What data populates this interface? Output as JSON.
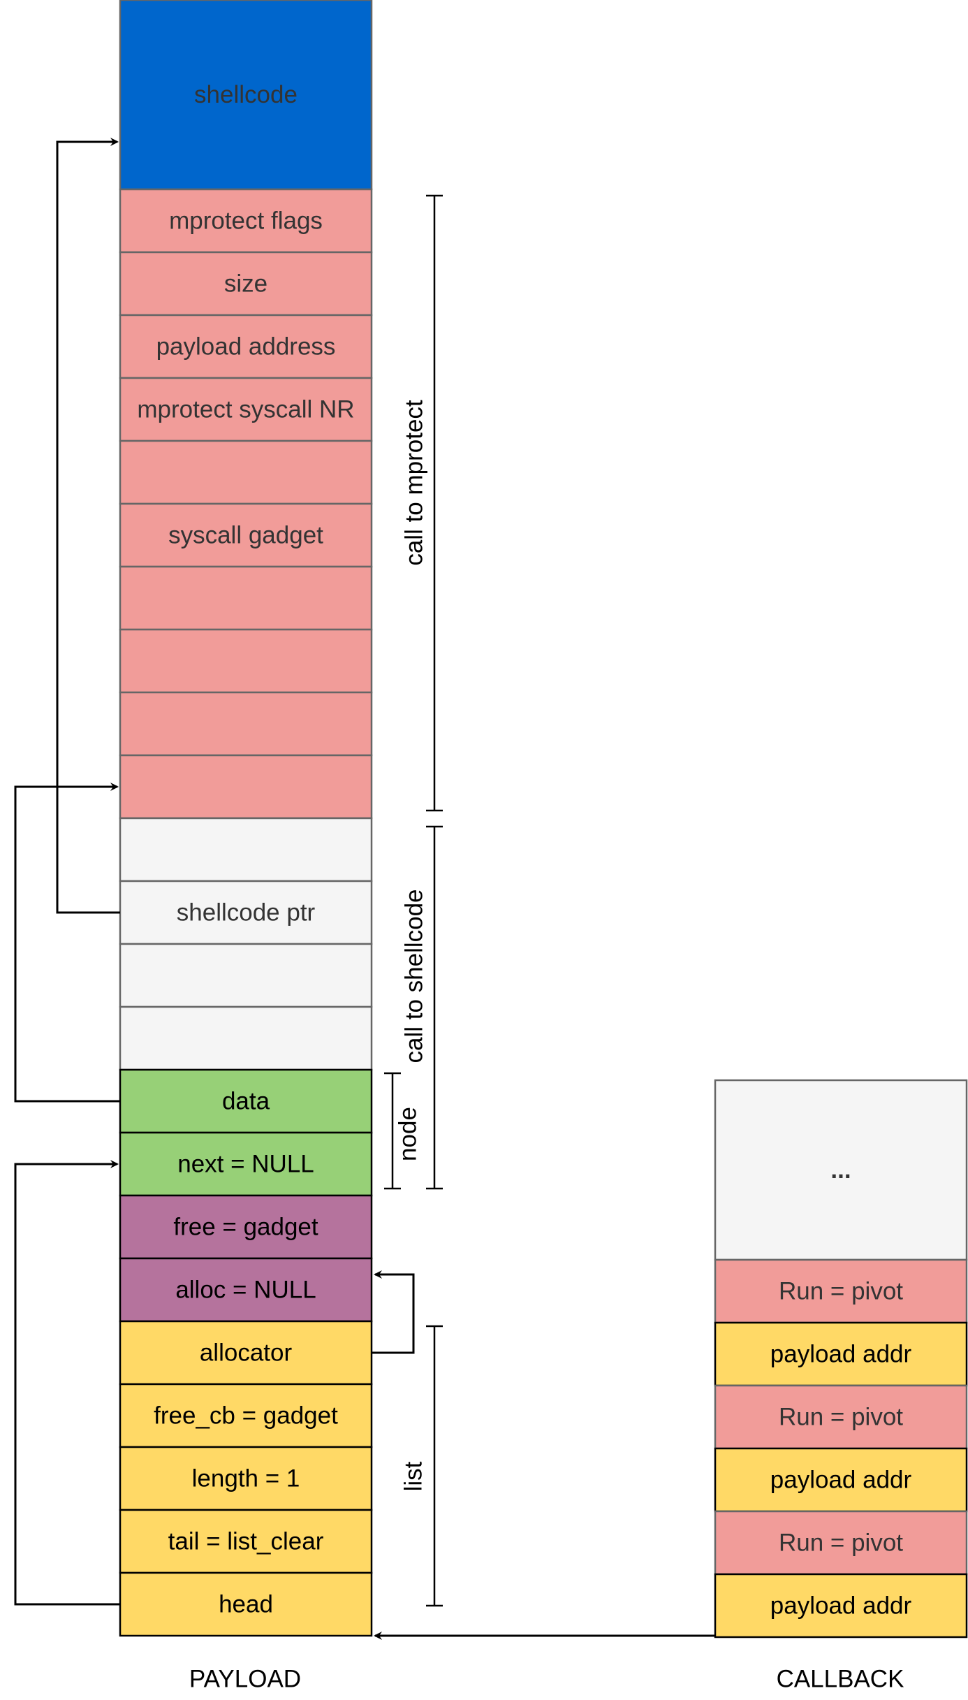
{
  "colors": {
    "blue": "#0066cc",
    "red": "#f19c99",
    "gray": "#f5f5f5",
    "green": "#97d077",
    "purple": "#b5739d",
    "yellow": "#ffd966",
    "border_light": "#666666",
    "border_dark": "#000000"
  },
  "payload": {
    "label": "PAYLOAD",
    "cells": [
      {
        "text": "shellcode",
        "color": "blue"
      },
      {
        "text": "mprotect flags",
        "color": "red"
      },
      {
        "text": "size",
        "color": "red"
      },
      {
        "text": "payload address",
        "color": "red"
      },
      {
        "text": "mprotect syscall NR",
        "color": "red"
      },
      {
        "text": "",
        "color": "red"
      },
      {
        "text": "syscall gadget",
        "color": "red"
      },
      {
        "text": "",
        "color": "red"
      },
      {
        "text": "",
        "color": "red"
      },
      {
        "text": "",
        "color": "red"
      },
      {
        "text": "",
        "color": "red"
      },
      {
        "text": "",
        "color": "gray"
      },
      {
        "text": "shellcode ptr",
        "color": "gray"
      },
      {
        "text": "",
        "color": "gray"
      },
      {
        "text": "",
        "color": "gray"
      },
      {
        "text": "data",
        "color": "green"
      },
      {
        "text": "next = NULL",
        "color": "green"
      },
      {
        "text": "free = gadget",
        "color": "purple"
      },
      {
        "text": "alloc = NULL",
        "color": "purple"
      },
      {
        "text": "allocator",
        "color": "yellow"
      },
      {
        "text": "free_cb = gadget",
        "color": "yellow"
      },
      {
        "text": "length = 1",
        "color": "yellow"
      },
      {
        "text": "tail = list_clear",
        "color": "yellow"
      },
      {
        "text": "head",
        "color": "yellow"
      }
    ]
  },
  "callback": {
    "label": "CALLBACK",
    "cells": [
      {
        "text": "...",
        "color": "gray"
      },
      {
        "text": "Run = pivot",
        "color": "red"
      },
      {
        "text": "payload addr",
        "color": "yellow"
      },
      {
        "text": "Run = pivot",
        "color": "red"
      },
      {
        "text": "payload addr",
        "color": "yellow"
      },
      {
        "text": "Run = pivot",
        "color": "red"
      },
      {
        "text": "payload addr",
        "color": "yellow"
      }
    ]
  },
  "braces": {
    "mprotect": "call to mprotect",
    "shellcode": "call to shellcode",
    "node": "node",
    "list": "list"
  }
}
